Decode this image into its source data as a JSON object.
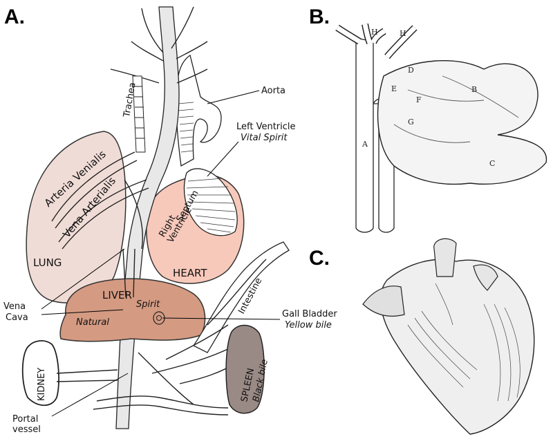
{
  "panels": {
    "a": {
      "letter": "A."
    },
    "b": {
      "letter": "B."
    },
    "c": {
      "letter": "C."
    }
  },
  "diagram_a": {
    "aorta": "Aorta",
    "trachea": "Trachea",
    "left_ventricle": "Left Ventricle",
    "vital_spirit": "Vital Spirit",
    "arteria_venialis": "Arteria Venialis",
    "vena_arterialis": "Vena Arterialis",
    "septum": "Septum",
    "right": "Right",
    "ventricle": "Ventricle",
    "lung": "LUNG",
    "heart": "HEART",
    "liver": "LIVER",
    "spirit": "Spirit",
    "natural": "Natural",
    "intestine": "Intestine",
    "gall_bladder": "Gall Bladder",
    "yellow_bile": "Yellow bile",
    "vena": "Vena",
    "cava": "Cava",
    "kidney": "KIDNEY",
    "spleen": "SPLEEN",
    "black_bile": "Black bile",
    "portal": "Portal",
    "vessel": "vessel"
  },
  "diagram_b": {
    "labels": [
      "A",
      "B",
      "C",
      "D",
      "E",
      "F",
      "G",
      "H",
      "H"
    ]
  },
  "colors": {
    "lung": "#f0dcd6",
    "heart": "#f7c9bb",
    "liver": "#d49a82",
    "spleen": "#9a8a86",
    "background": "#ffffff"
  }
}
